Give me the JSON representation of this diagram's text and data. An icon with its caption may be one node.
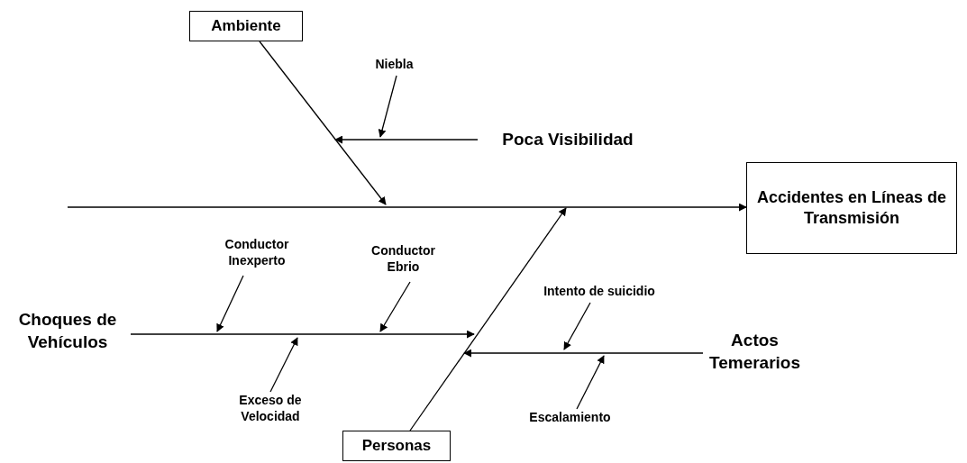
{
  "diagram": {
    "nodes": [
      {
        "text": [
          "Ambiente"
        ]
      },
      {
        "text": [
          "Niebla"
        ]
      },
      {
        "text": [
          "Poca Visibilidad"
        ]
      },
      {
        "text": [
          "Accidentes en Líneas de Transmisión"
        ]
      },
      {
        "text": [
          "Conductor Inexperto"
        ]
      },
      {
        "text": [
          "Conductor Ebrio"
        ]
      },
      {
        "text": [
          "Choques de Vehículos"
        ]
      },
      {
        "text": [
          "Intento de suicidio"
        ]
      },
      {
        "text": [
          "Actos Temerarios"
        ]
      },
      {
        "text": [
          "Exceso de Velocidad"
        ]
      },
      {
        "text": [
          "Escalamiento"
        ]
      },
      {
        "text": [
          "Personas"
        ]
      }
    ],
    "edges": [
      {
        "from": null,
        "to": 3,
        "arrow": "to"
      },
      {
        "from": 0,
        "to": null,
        "arrow": "to"
      },
      {
        "from": 1,
        "to": null,
        "arrow": "to"
      },
      {
        "from": 2,
        "to": null,
        "arrow": "to"
      },
      {
        "from": 11,
        "to": null,
        "arrow": "to"
      },
      {
        "from": 6,
        "to": null,
        "arrow": "to"
      },
      {
        "from": 4,
        "to": null,
        "arrow": "to"
      },
      {
        "from": 5,
        "to": null,
        "arrow": "to"
      },
      {
        "from": 9,
        "to": null,
        "arrow": "to"
      },
      {
        "from": 8,
        "to": null,
        "arrow": "to"
      },
      {
        "from": 7,
        "to": null,
        "arrow": "to"
      },
      {
        "from": 10,
        "to": null,
        "arrow": "to"
      }
    ]
  }
}
